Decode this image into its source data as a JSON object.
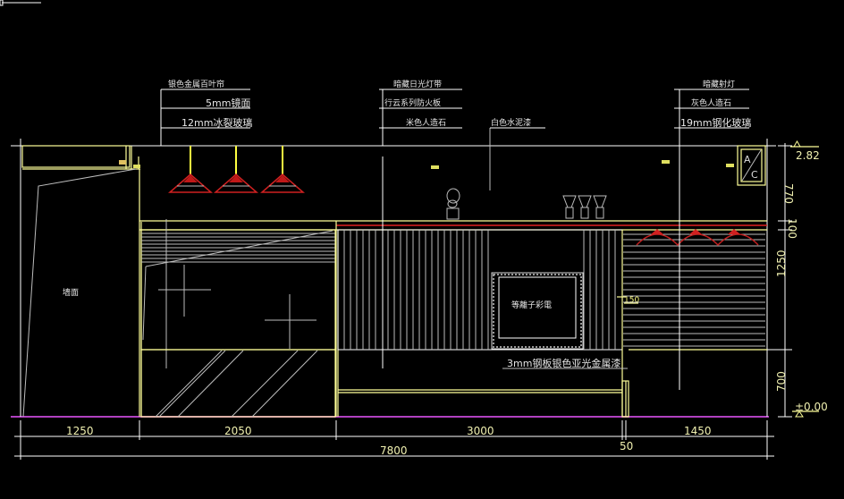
{
  "drawing": {
    "type": "interior-elevation",
    "background": "#000000",
    "colors": {
      "line_white": "#ffffff",
      "line_grey": "#bdbdbd",
      "line_yellow": "#ffff99",
      "line_red": "#e02020",
      "floor_magenta": "#b040c0",
      "text": "#e6e6e6",
      "dimension_text": "#f0f0b0"
    }
  },
  "callouts": {
    "left": [
      {
        "text": "银色金属百叶帘"
      },
      {
        "text": "5mm镜面"
      },
      {
        "text": "12mm冰裂玻璃"
      }
    ],
    "center": [
      {
        "text": "暗藏日光灯带"
      },
      {
        "text": "行云系列防火板"
      },
      {
        "text": "米色人造石"
      }
    ],
    "center_right": {
      "text": "白色水泥漆"
    },
    "right": [
      {
        "text": "暗藏射灯"
      },
      {
        "text": "灰色人造石"
      },
      {
        "text": "19mm钢化玻璃"
      }
    ],
    "bottom": {
      "text": "3mm钢板银色亚光金属漆"
    }
  },
  "elements": {
    "left_panel_label": "墙面",
    "tv_label": "等離子彩電",
    "ac_label_top": "A",
    "ac_label_bottom": "C",
    "small_tag": "150"
  },
  "dimensions": {
    "horizontal": [
      {
        "value": "1250"
      },
      {
        "value": "2050"
      },
      {
        "value": "3000"
      },
      {
        "value": "50"
      },
      {
        "value": "1450"
      }
    ],
    "total": "7800",
    "vertical": [
      {
        "value": "770"
      },
      {
        "value": "100"
      },
      {
        "value": "1250"
      },
      {
        "value": "700"
      }
    ],
    "level_top": "2.82",
    "level_floor": "±0.00"
  }
}
